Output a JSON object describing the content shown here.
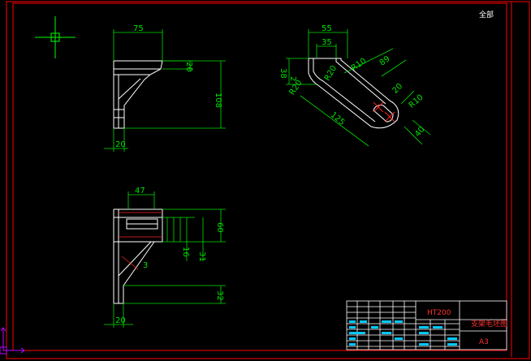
{
  "corner_label": "全部",
  "dims": {
    "top_view": {
      "width": "75",
      "h20": "20",
      "height": "108",
      "bottom20": "20"
    },
    "front_view": {
      "w55": "55",
      "w35": "35",
      "d38": "38",
      "d2": "2",
      "r20a": "R20",
      "r20b": "R20",
      "r10a": "R10",
      "d89": "89",
      "d20": "20",
      "r10b": "R10",
      "d125": "125",
      "d40": "40"
    },
    "side_view": {
      "w47": "47",
      "d60": "60",
      "d31": "31",
      "d16": "16",
      "d32": "32",
      "bottom20": "20",
      "arrow": "3"
    }
  },
  "title_block": {
    "material": "HT200",
    "drawing_name": "支架毛坯图",
    "sheet_size": "A3"
  },
  "colors": {
    "frame": "#ff0000",
    "outline": "#ffffff",
    "dimension": "#00e000",
    "crosshair": "#00ff00",
    "title_text": "#ff3030",
    "table_fill": "#00c8ff",
    "ucs": "#c000ff"
  }
}
